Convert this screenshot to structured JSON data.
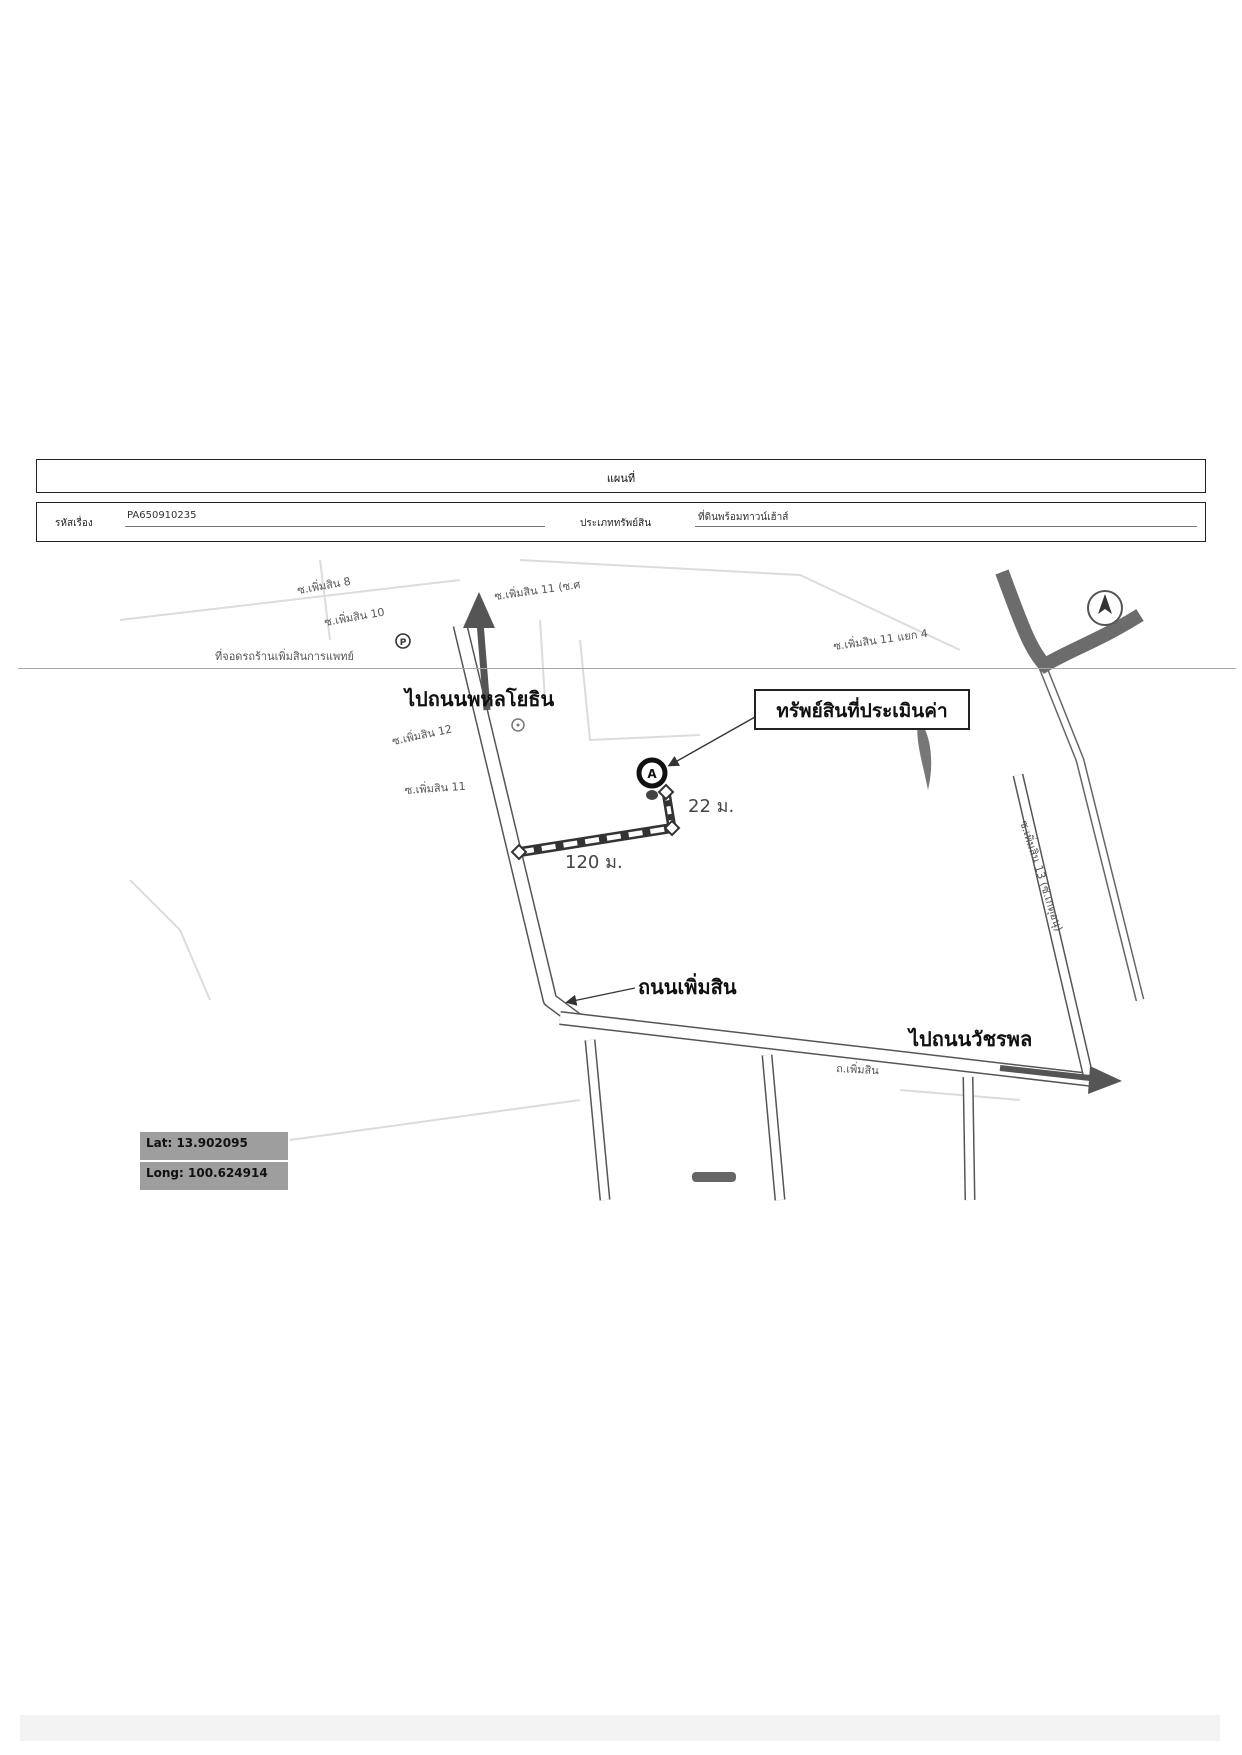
{
  "header": {
    "title": "แผนที่",
    "case_code_label": "รหัสเรื่อง",
    "case_code_value": "PA650910235",
    "asset_type_label": "ประเภททรัพย์สิน",
    "asset_type_value": "ที่ดินพร้อมทาวน์เฮ้าส์"
  },
  "map": {
    "property_label": "ทรัพย์สินที่ประเมินค่า",
    "to_phahonyothin": "ไปถนนพหลโยธิน",
    "to_watcharaphon": "ไปถนนวัชรพล",
    "road_phermsin": "ถนนเพิ่มสิน",
    "road_phermsin_small": "ถ.เพิ่มสิน",
    "dist_short": "22 ม.",
    "dist_long": "120 ม.",
    "soi_8": "ซ.เพิ่มสิน 8",
    "soi_10": "ซ.เพิ่มสิน 10",
    "soi_11": "ซ.เพิ่มสิน 11",
    "soi_12": "ซ.เพิ่มสิน 12",
    "soi_11_top": "ซ.เพิ่มสิน 11 (ซ.ศ",
    "soi_11_yaek": "ซ.เพิ่มสิน 11 แยก 4",
    "soi_13": "ซ.เพิ่มสิน 13 (ซ.เกตุอนุ)",
    "parking": "ที่จอดรถร้านเพิ่มสินการแพทย์",
    "marker_letter": "A",
    "latitude": "Lat: 13.902095",
    "longitude": "Long: 100.624914"
  }
}
